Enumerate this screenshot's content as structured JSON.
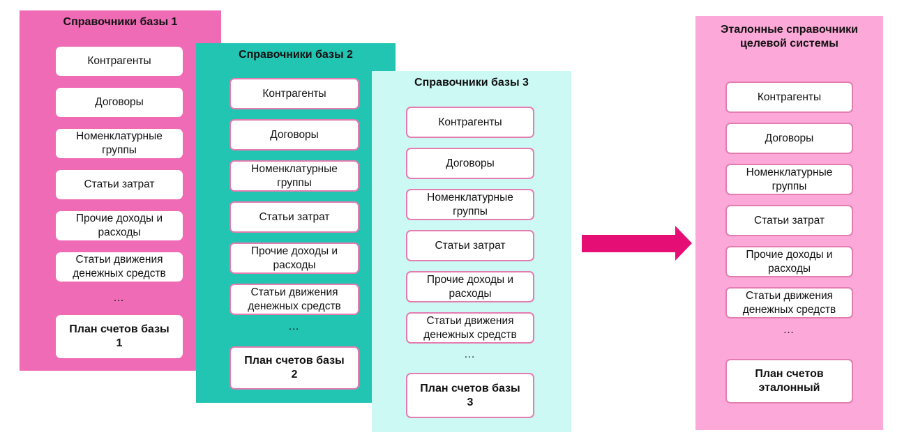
{
  "colors": {
    "base1": "#f06bb6",
    "base2": "#22c4b2",
    "base3": "#ccf9f3",
    "target": "#fca8d8",
    "arrow": "#e50e74",
    "box_border": "#e47cb0"
  },
  "items": [
    "Контрагенты",
    "Договоры",
    "Номенклатурные\nгруппы",
    "Статьи затрат",
    "Прочие доходы и\nрасходы",
    "Статьи движения\nденежных средств"
  ],
  "ellipsis": "…",
  "panels": [
    {
      "title": "Справочники базы 1",
      "chart_of_accounts": "План счетов базы\n1"
    },
    {
      "title": "Справочники базы 2",
      "chart_of_accounts": "План счетов базы\n2"
    },
    {
      "title": "Справочники базы 3",
      "chart_of_accounts": "План счетов базы\n3"
    },
    {
      "title": "Эталонные справочники\nцелевой системы",
      "chart_of_accounts": "План счетов\nэталонный"
    }
  ],
  "arrow_icon": "right-arrow"
}
